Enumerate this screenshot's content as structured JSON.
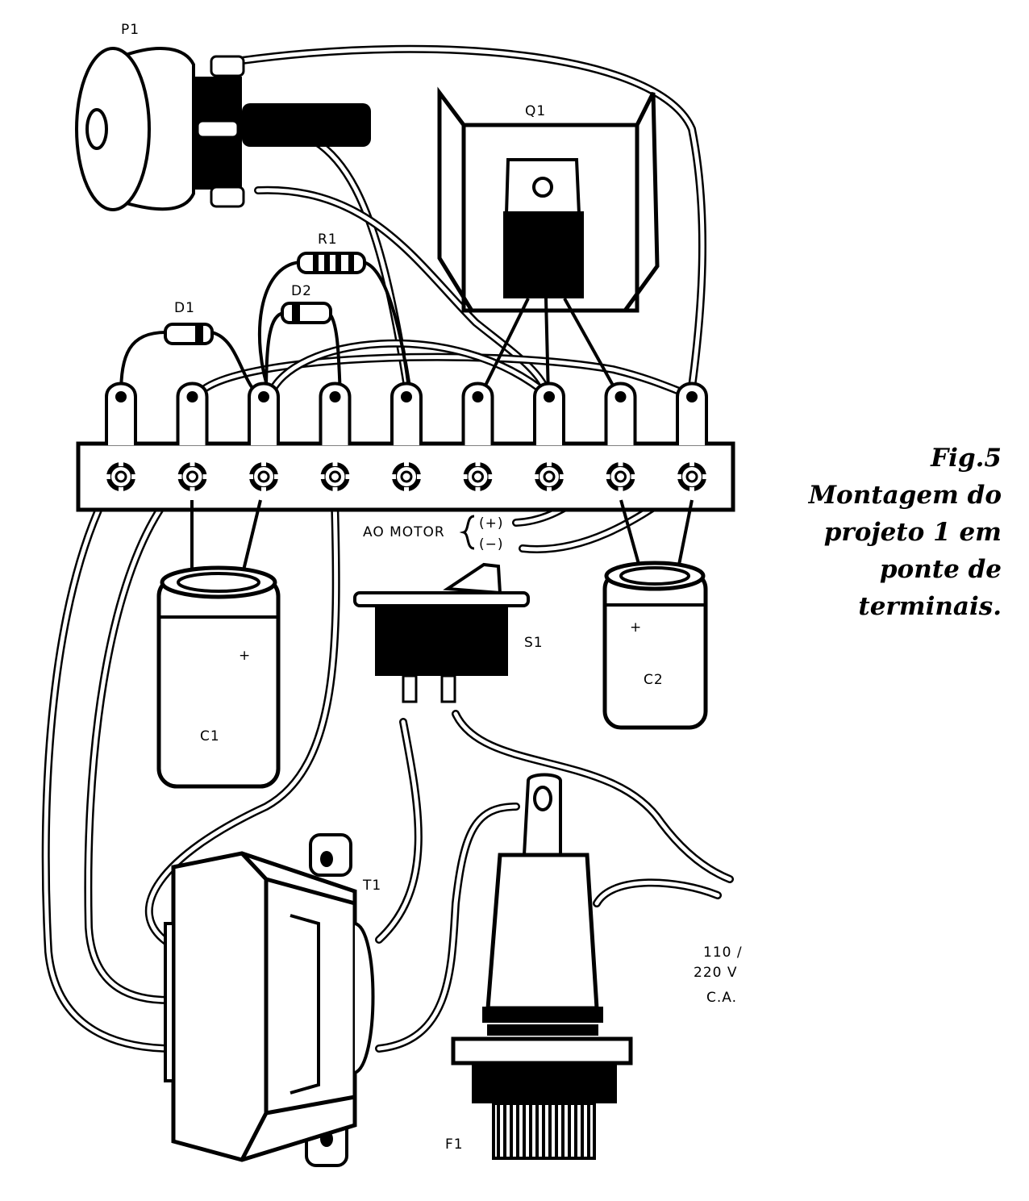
{
  "caption": {
    "fig": "Fig.5",
    "lines": [
      "Montagem do",
      "projeto 1 em",
      "ponte de",
      "terminais."
    ]
  },
  "components": {
    "p1": "P1",
    "q1": "Q1",
    "r1": "R1",
    "d1": "D1",
    "d2": "D2",
    "c1": "C1",
    "c2": "C2",
    "s1": "S1",
    "t1": "T1",
    "f1": "F1"
  },
  "motor": {
    "label": "AO MOTOR",
    "plus": "(+)",
    "minus": "(−)"
  },
  "mains": {
    "line1": "110 /",
    "line2": "220 V",
    "line3": "C.A."
  },
  "polarity": {
    "plus": "+"
  },
  "terminal_count": 9
}
